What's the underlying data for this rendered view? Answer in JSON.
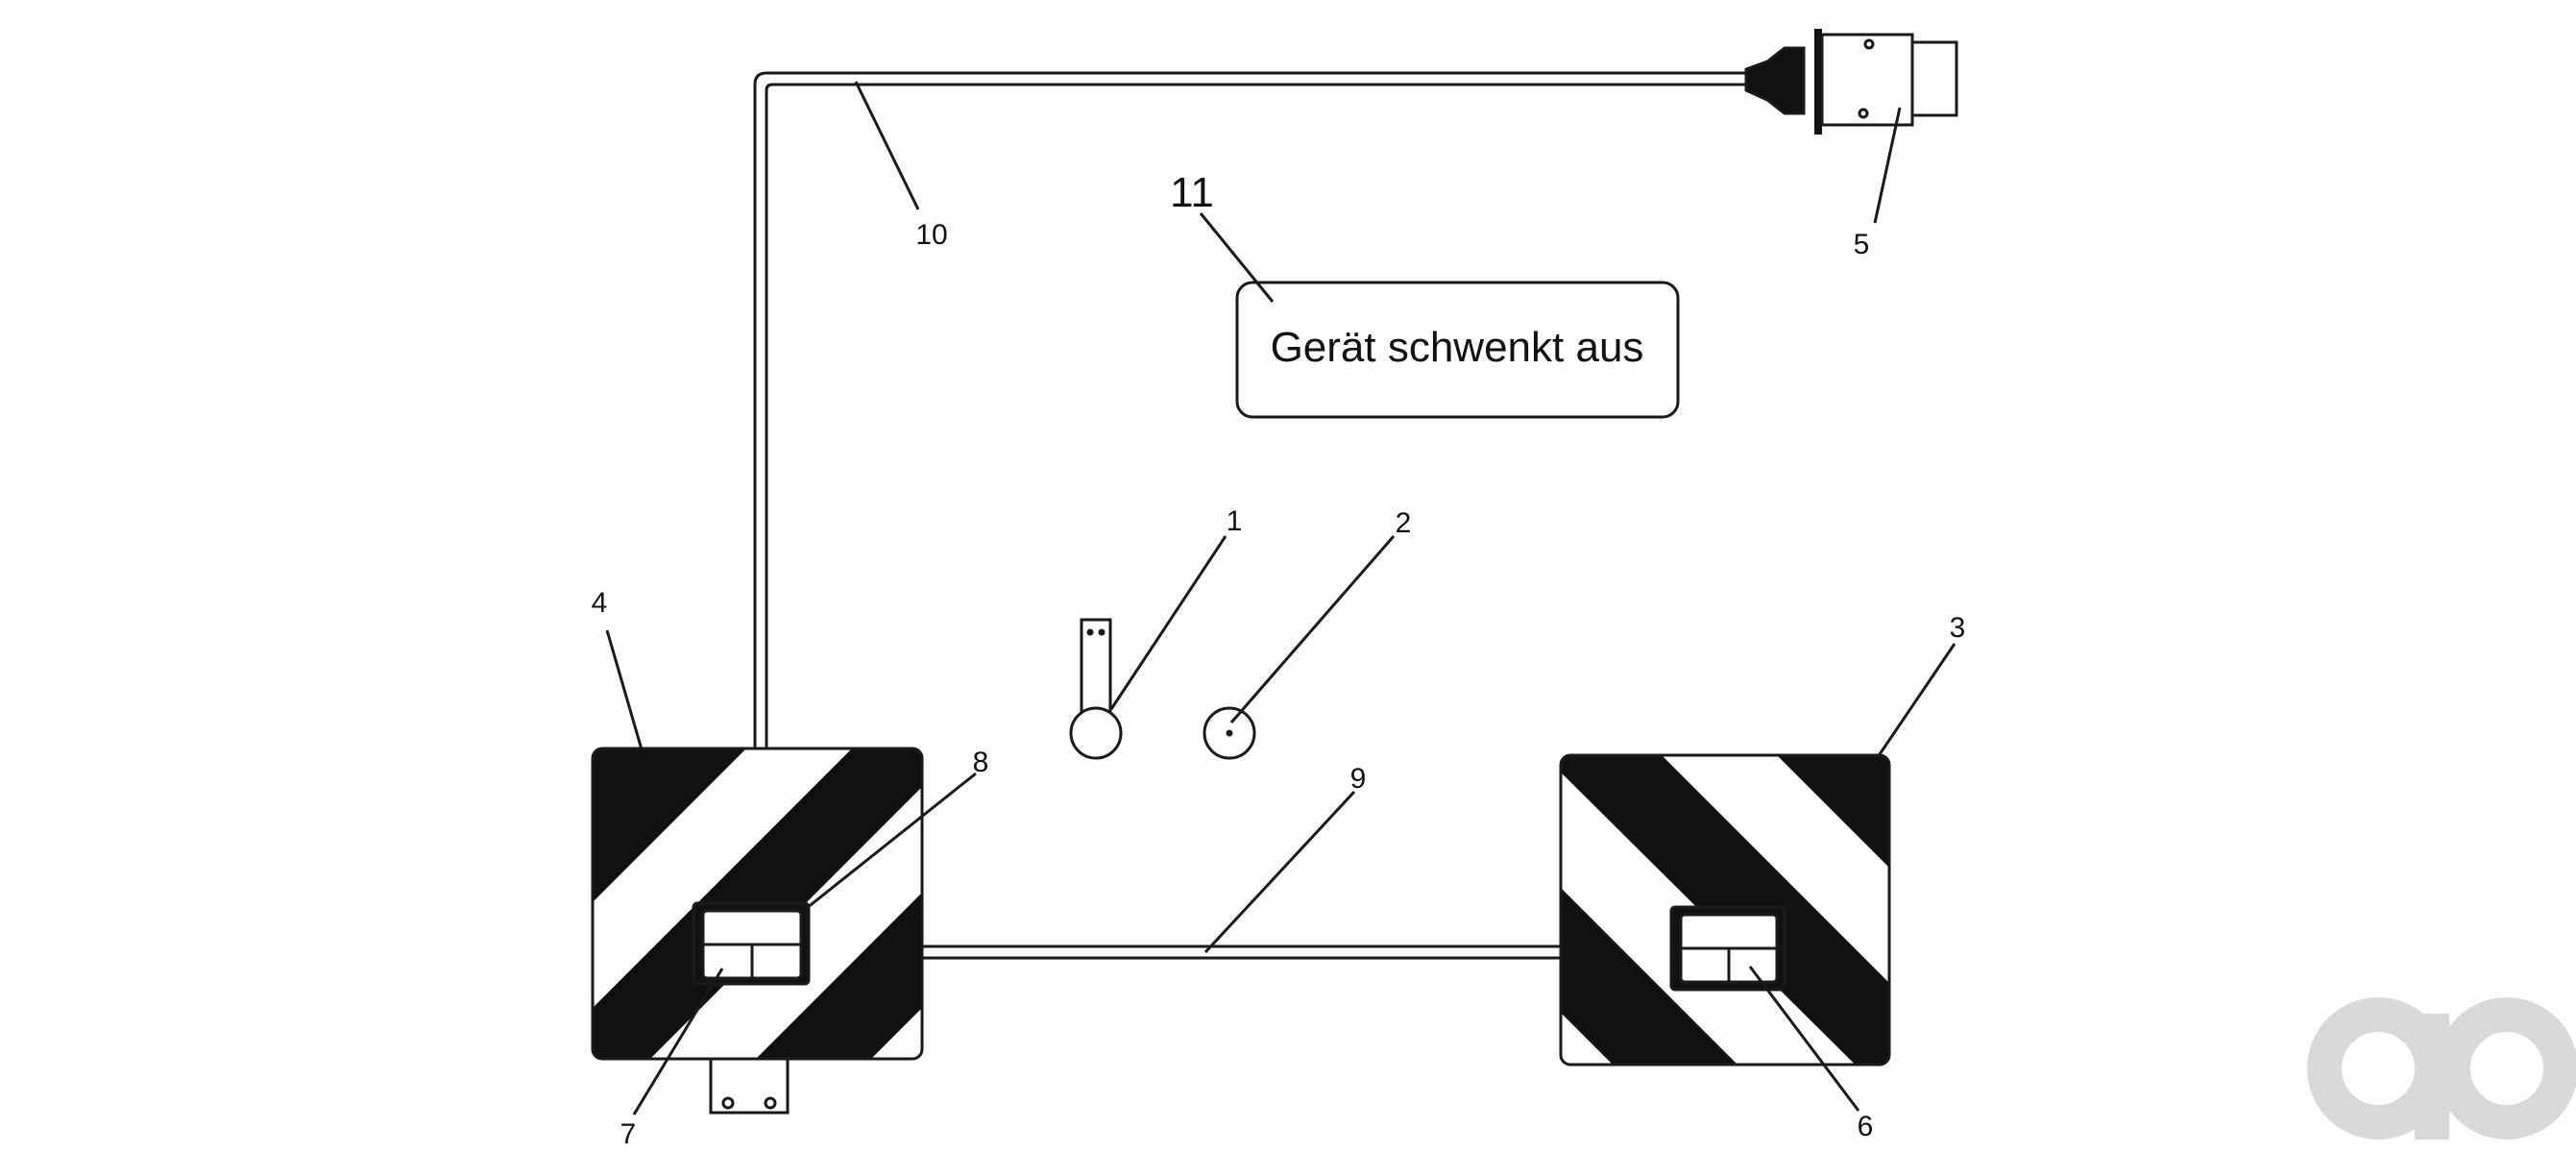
{
  "callouts": {
    "c1": "1",
    "c2": "2",
    "c3": "3",
    "c4": "4",
    "c5": "5",
    "c6": "6",
    "c7": "7",
    "c8": "8",
    "c9": "9",
    "c10": "10",
    "c11": "11"
  },
  "display_box": {
    "text": "Gerät schwenkt aus"
  },
  "colors": {
    "line": "#1a1a1a",
    "stripe": "#111111",
    "background": "#ffffff",
    "watermark": "#d9d9d9"
  },
  "icons": {
    "watermark": "ao-logo-watermark",
    "plug": "connector-plug-icon",
    "switch": "toggle-switch-icon",
    "indicator": "indicator-lamp-icon"
  }
}
